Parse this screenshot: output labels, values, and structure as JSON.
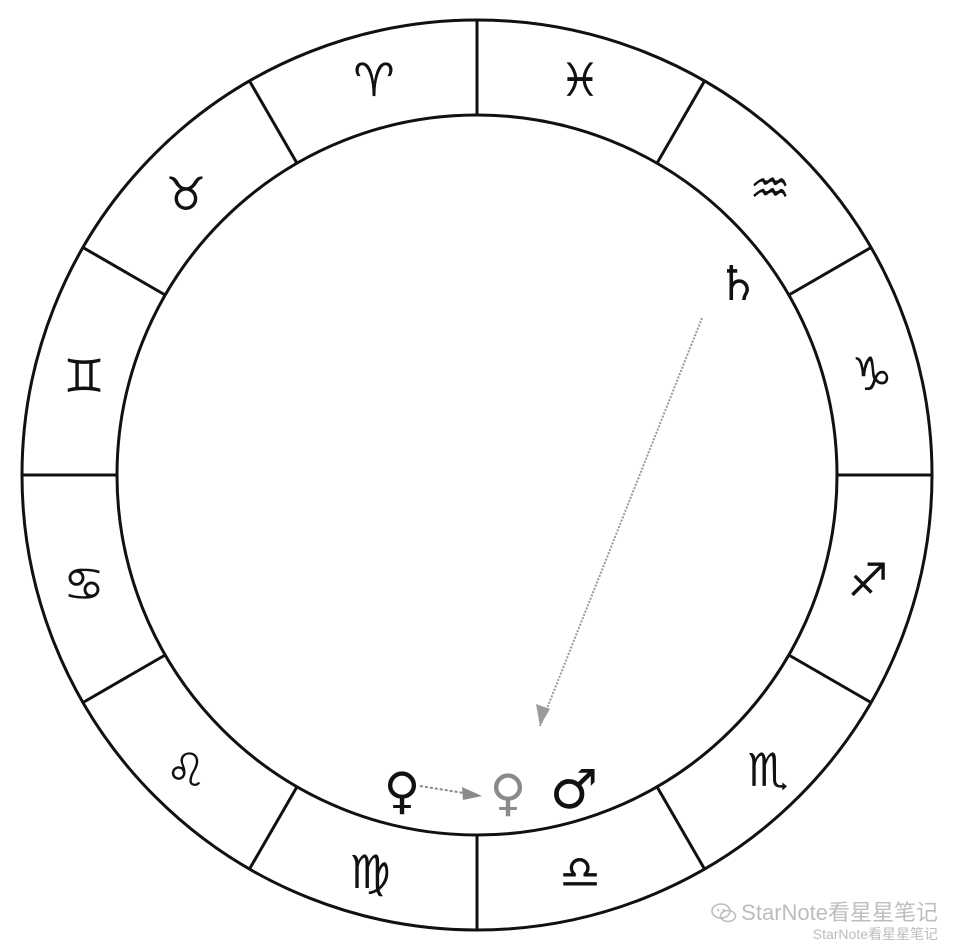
{
  "wheel": {
    "signs": [
      {
        "name": "aries",
        "glyph": "♈"
      },
      {
        "name": "pisces",
        "glyph": "♓"
      },
      {
        "name": "aquarius",
        "glyph": "♒"
      },
      {
        "name": "capricorn",
        "glyph": "♑"
      },
      {
        "name": "sagittarius",
        "glyph": "♐"
      },
      {
        "name": "scorpio",
        "glyph": "♏"
      },
      {
        "name": "libra",
        "glyph": "♎"
      },
      {
        "name": "virgo",
        "glyph": "♍"
      },
      {
        "name": "leo",
        "glyph": "♌"
      },
      {
        "name": "cancer",
        "glyph": "♋"
      },
      {
        "name": "gemini",
        "glyph": "♊"
      },
      {
        "name": "taurus",
        "glyph": "♉"
      }
    ],
    "planets": {
      "saturn": "♄",
      "venus": "♀",
      "venus_target": "♀",
      "mars": "♂"
    },
    "colors": {
      "ink": "#111111",
      "faded_ink": "#8a8a8a",
      "arrow": "#9a9a9a"
    }
  },
  "watermark": {
    "line1": "StarNote看星星笔记",
    "line2": "StarNote看星星笔记",
    "icon": "wechat-icon"
  }
}
